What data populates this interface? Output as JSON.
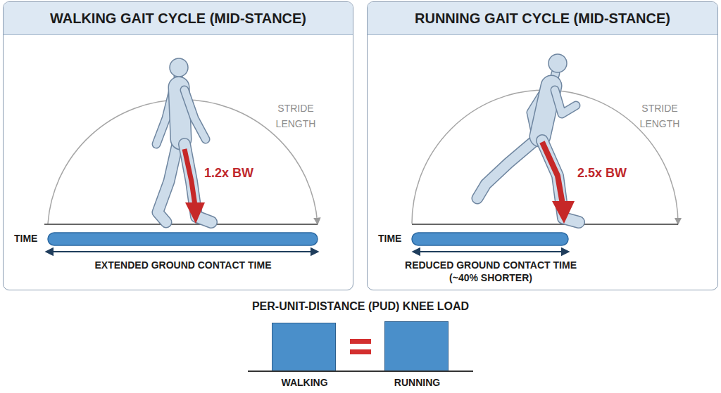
{
  "diagram": {
    "nodes": [
      {
        "text": [
          "WALKING GAIT CYCLE (MID-STANCE)"
        ]
      },
      {
        "text": [
          "RUNNING GAIT CYCLE (MID-STANCE)"
        ]
      },
      {
        "text": [
          "WALKING"
        ]
      },
      {
        "text": [
          "RUNNING"
        ]
      }
    ],
    "labels": [
      "STRIDE LENGTH",
      "1.2x BW",
      "TIME",
      "EXTENDED GROUND CONTACT TIME",
      "STRIDE LENGTH",
      "2.5x BW",
      "TIME",
      "REDUCED GROUND CONTACT TIME (~40% SHORTER)",
      "PER-UNIT-DISTANCE (PUD) KNEE LOAD"
    ]
  }
}
